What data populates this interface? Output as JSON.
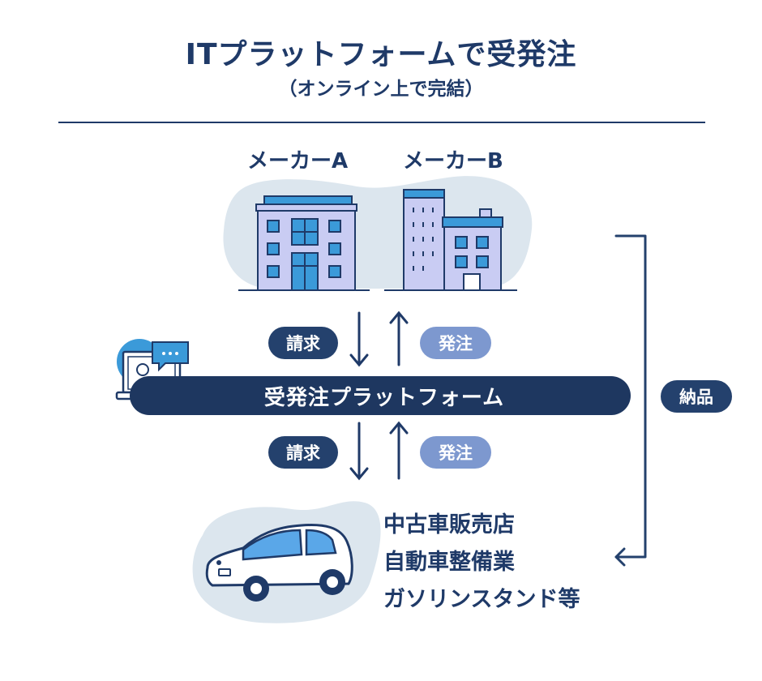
{
  "title": "ITプラットフォームで受発注",
  "subtitle": "（オンライン上で完結）",
  "makers": [
    {
      "label": "メーカーA"
    },
    {
      "label": "メーカーB"
    }
  ],
  "flows": {
    "upper": {
      "invoice": "請求",
      "order": "発注"
    },
    "lower": {
      "invoice": "請求",
      "order": "発注"
    }
  },
  "platform": {
    "label": "受発注プラットフォーム"
  },
  "delivery": {
    "label": "納品"
  },
  "customers": [
    "中古車販売店",
    "自動車整備業",
    "ガソリンスタンド等"
  ],
  "colors": {
    "navy": "#1f3a68",
    "platform_bar": "#1e3760",
    "pill_dark": "#24416d",
    "pill_light": "#7d98cf",
    "blob": "#dce6ee",
    "building_fill": "#c9ccf3",
    "window": "#3b9ad9",
    "car_window": "#5aa7e8"
  },
  "icons": [
    "building-icon",
    "office-tower-icon",
    "laptop-chat-icon",
    "car-icon",
    "arrow-down-icon",
    "arrow-up-icon",
    "bracket-arrow-icon"
  ]
}
